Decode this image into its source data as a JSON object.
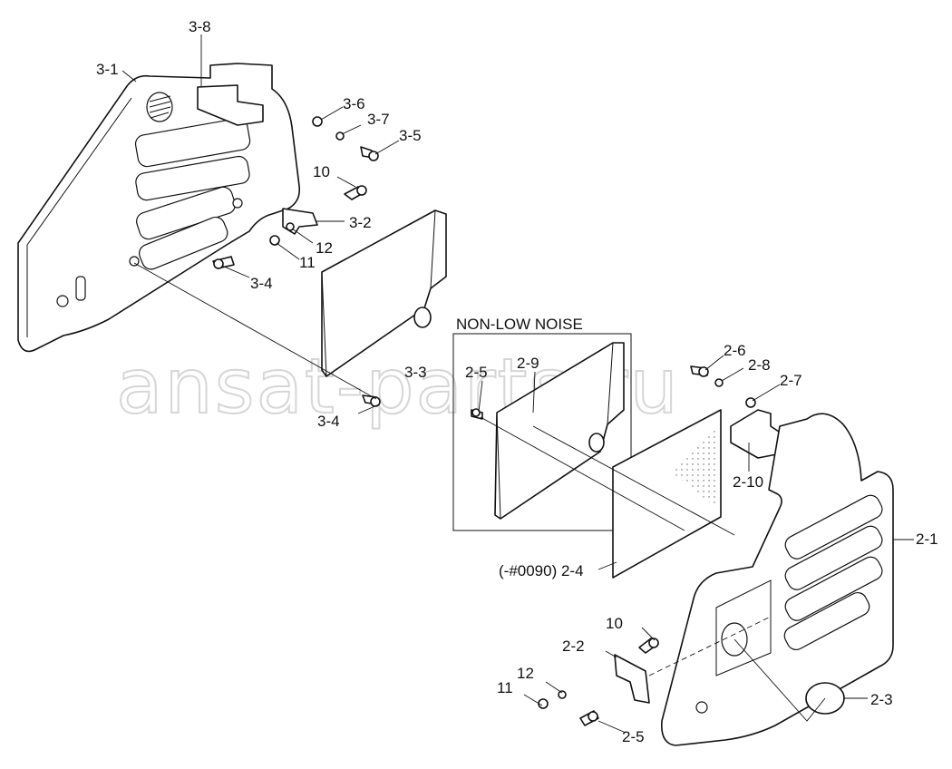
{
  "watermark": "ansat-parts.ru",
  "group_title": "NON-LOW NOISE",
  "labels": {
    "l_3_8": "3-8",
    "l_3_1": "3-1",
    "l_3_6": "3-6",
    "l_3_7": "3-7",
    "l_3_5": "3-5",
    "l_10_top": "10",
    "l_3_2": "3-2",
    "l_12_top": "12",
    "l_11_top": "11",
    "l_3_4_upper": "3-4",
    "l_3_3": "3-3",
    "l_3_4_lower": "3-4",
    "l_2_5_top": "2-5",
    "l_2_9": "2-9",
    "l_2_6": "2-6",
    "l_2_8": "2-8",
    "l_2_7": "2-7",
    "l_2_10": "2-10",
    "l_2_1": "2-1",
    "l_2_4": "(-#0090) 2-4",
    "l_10_bottom": "10",
    "l_2_2": "2-2",
    "l_12_bottom": "12",
    "l_11_bottom": "11",
    "l_2_3": "2-3",
    "l_2_5_bottom": "2-5"
  }
}
